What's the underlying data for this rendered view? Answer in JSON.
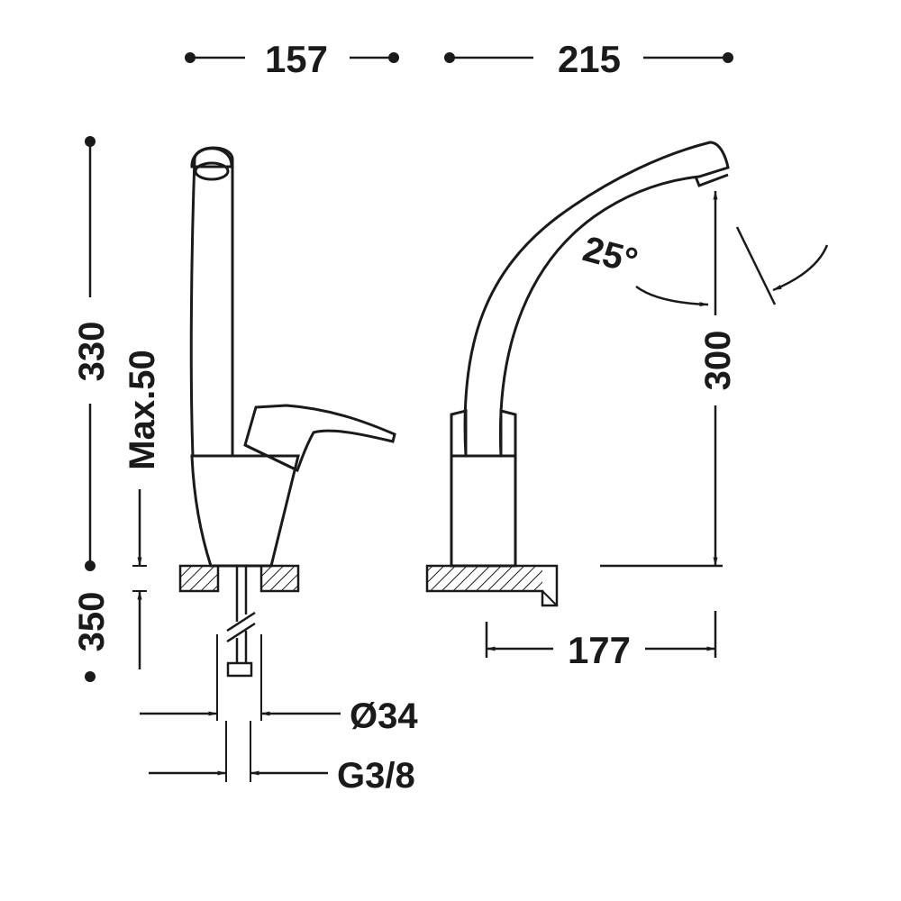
{
  "dimensions": {
    "width_front": "157",
    "width_side": "215",
    "total_height": "330",
    "max_thickness": "Max.50",
    "under_length": "350",
    "spout_height": "300",
    "base_depth": "177",
    "hole_diameter": "Ø34",
    "thread": "G3/8",
    "spout_rotation": "25°"
  },
  "colors": {
    "line": "#1a1a1a",
    "background": "#ffffff"
  }
}
